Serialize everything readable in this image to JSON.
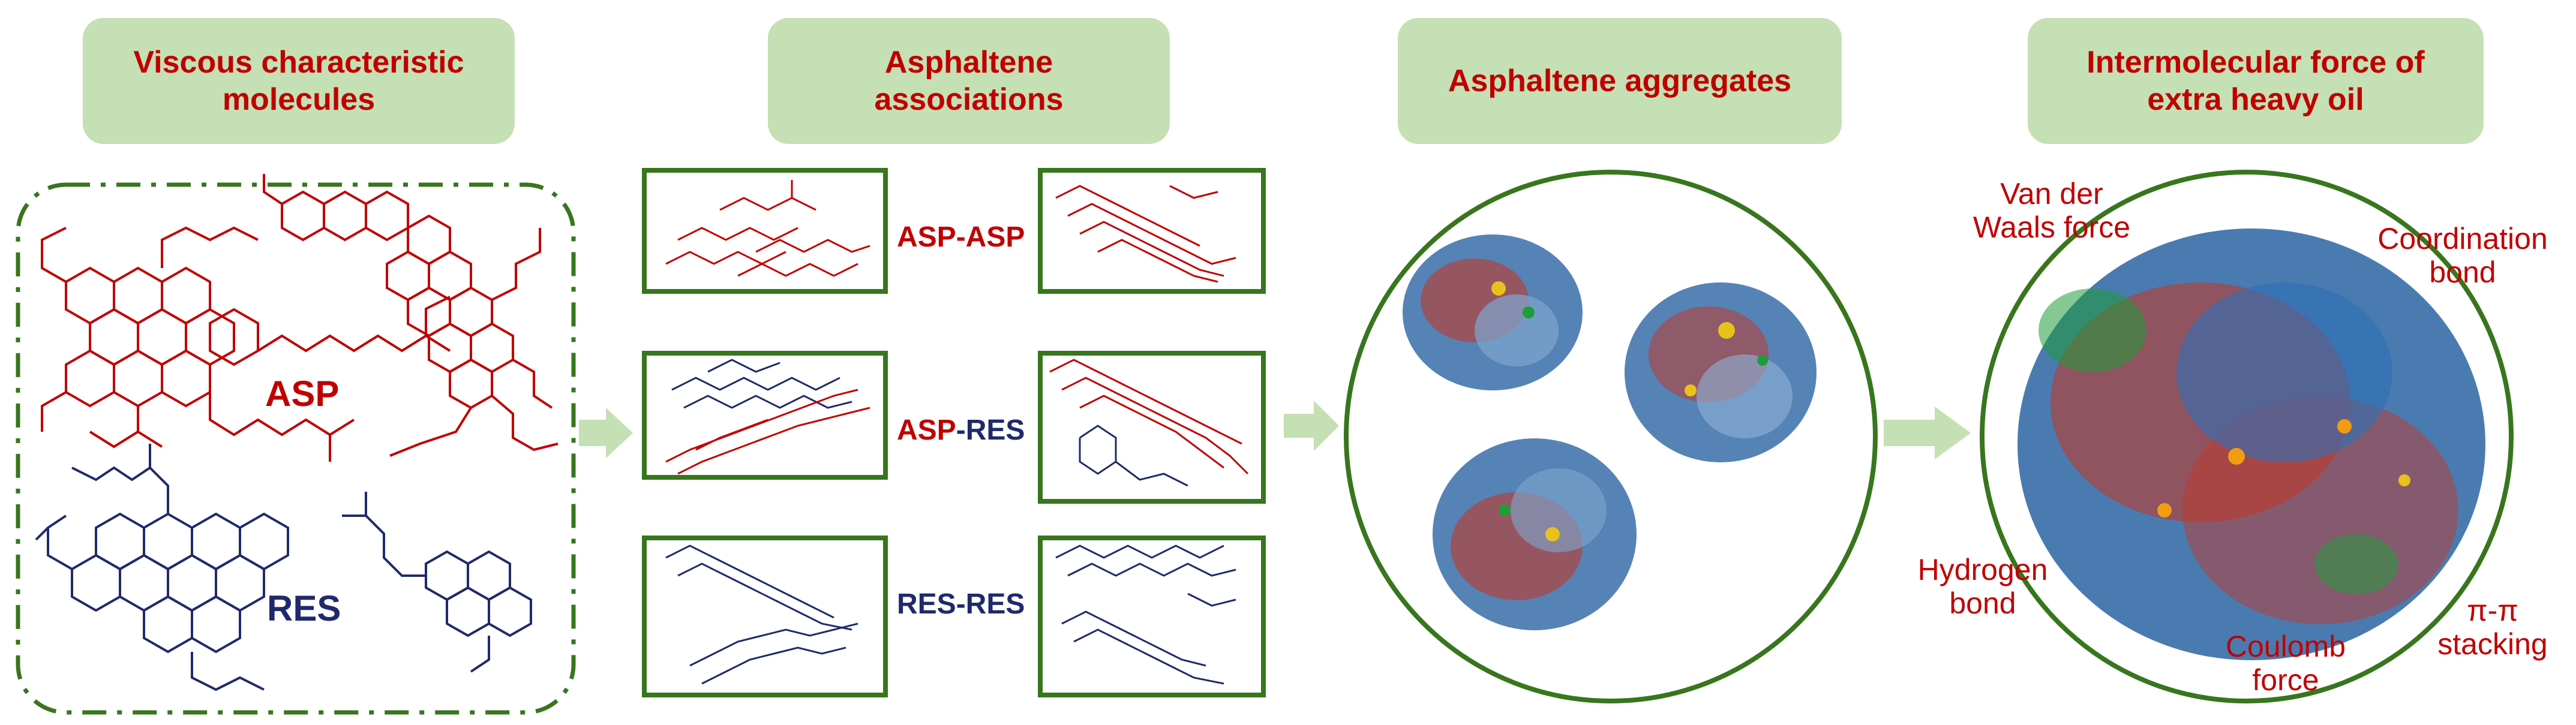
{
  "headers": {
    "viscous": "Viscous characteristic\nmolecules",
    "associations": "Asphaltene\nassociations",
    "aggregates": "Asphaltene aggregates",
    "intermolecular": "Intermolecular force of\nextra heavy oil"
  },
  "molecule_labels": {
    "asp": "ASP",
    "res": "RES"
  },
  "association_labels": {
    "asp_asp": "ASP-ASP",
    "asp_res_asp": "ASP",
    "asp_res_res": "-RES",
    "res_res": "RES-RES"
  },
  "forces": {
    "vdw": "Van der\nWaals force",
    "coordination": "Coordination\nbond",
    "hydrogen": "Hydrogen\nbond",
    "coulomb": "Coulomb\nforce",
    "pipi": "π-π\nstacking"
  },
  "colors": {
    "header_bg": "#c5e0b4",
    "header_text": "#c00000",
    "asp": "#c00000",
    "res": "#1f2a6b",
    "frame": "#38761d",
    "arrow": "#c5e0b4"
  }
}
